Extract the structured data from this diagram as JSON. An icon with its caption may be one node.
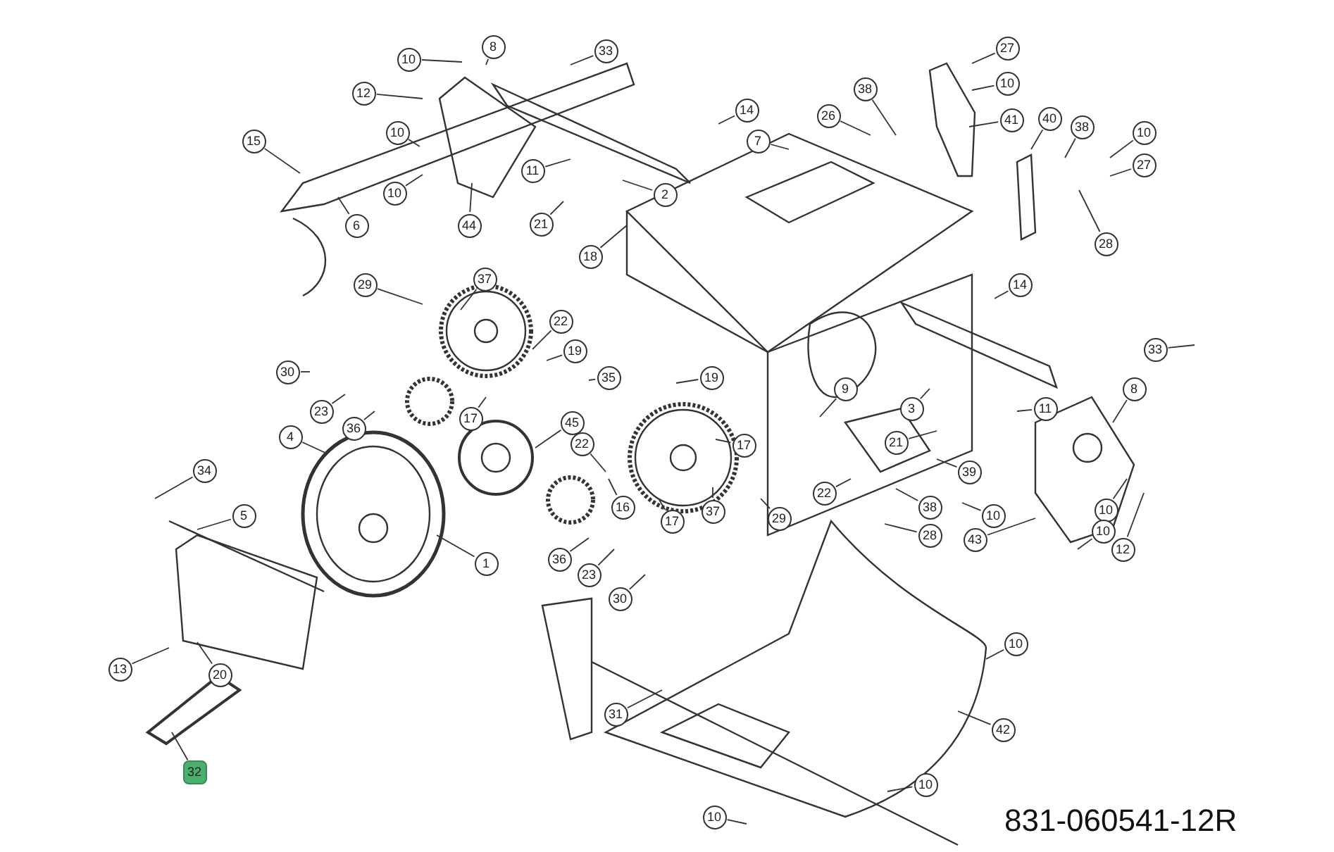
{
  "diagram": {
    "nodes": [
      {
        "text": [
          "10"
        ]
      },
      {
        "text": [
          "8"
        ]
      },
      {
        "text": [
          "33"
        ]
      },
      {
        "text": [
          "12"
        ]
      },
      {
        "text": [
          "10"
        ]
      },
      {
        "text": [
          "15"
        ]
      },
      {
        "text": [
          "10"
        ]
      },
      {
        "text": [
          "6"
        ]
      },
      {
        "text": [
          "44"
        ]
      },
      {
        "text": [
          "11"
        ]
      },
      {
        "text": [
          "2"
        ]
      },
      {
        "text": [
          "21"
        ]
      },
      {
        "text": [
          "18"
        ]
      },
      {
        "text": [
          "14"
        ]
      },
      {
        "text": [
          "7"
        ]
      },
      {
        "text": [
          "26"
        ]
      },
      {
        "text": [
          "38"
        ]
      },
      {
        "text": [
          "27"
        ]
      },
      {
        "text": [
          "10"
        ]
      },
      {
        "text": [
          "41"
        ]
      },
      {
        "text": [
          "40"
        ]
      },
      {
        "text": [
          "38"
        ]
      },
      {
        "text": [
          "10"
        ]
      },
      {
        "text": [
          "27"
        ]
      },
      {
        "text": [
          "28"
        ]
      },
      {
        "text": [
          "14"
        ]
      },
      {
        "text": [
          "29"
        ]
      },
      {
        "text": [
          "37"
        ]
      },
      {
        "text": [
          "22"
        ]
      },
      {
        "text": [
          "19"
        ]
      },
      {
        "text": [
          "35"
        ]
      },
      {
        "text": [
          "30"
        ]
      },
      {
        "text": [
          "23"
        ]
      },
      {
        "text": [
          "36"
        ]
      },
      {
        "text": [
          "17"
        ]
      },
      {
        "text": [
          "45"
        ]
      },
      {
        "text": [
          "4"
        ]
      },
      {
        "text": [
          "34"
        ]
      },
      {
        "text": [
          "5"
        ]
      },
      {
        "text": [
          "22"
        ]
      },
      {
        "text": [
          "16"
        ]
      },
      {
        "text": [
          "17"
        ]
      },
      {
        "text": [
          "1"
        ]
      },
      {
        "text": [
          "36"
        ]
      },
      {
        "text": [
          "23"
        ]
      },
      {
        "text": [
          "30"
        ]
      },
      {
        "text": [
          "19"
        ]
      },
      {
        "text": [
          "17"
        ]
      },
      {
        "text": [
          "37"
        ]
      },
      {
        "text": [
          "29"
        ]
      },
      {
        "text": [
          "9"
        ]
      },
      {
        "text": [
          "3"
        ]
      },
      {
        "text": [
          "21"
        ]
      },
      {
        "text": [
          "11"
        ]
      },
      {
        "text": [
          "8"
        ]
      },
      {
        "text": [
          "33"
        ]
      },
      {
        "text": [
          "39"
        ]
      },
      {
        "text": [
          "22"
        ]
      },
      {
        "text": [
          "38"
        ]
      },
      {
        "text": [
          "10"
        ]
      },
      {
        "text": [
          "28"
        ]
      },
      {
        "text": [
          "43"
        ]
      },
      {
        "text": [
          "10"
        ]
      },
      {
        "text": [
          "10"
        ]
      },
      {
        "text": [
          "12"
        ]
      },
      {
        "text": [
          "13"
        ]
      },
      {
        "text": [
          "20"
        ]
      },
      {
        "text": [
          "32"
        ]
      },
      {
        "text": [
          "31"
        ]
      },
      {
        "text": [
          "10"
        ]
      },
      {
        "text": [
          "42"
        ]
      },
      {
        "text": [
          "10"
        ]
      },
      {
        "text": [
          "10"
        ]
      }
    ],
    "edges": [
      {
        "from": 0,
        "to": null,
        "arrow": "none"
      },
      {
        "from": 1,
        "to": null,
        "arrow": "none"
      },
      {
        "from": 2,
        "to": null,
        "arrow": "none"
      },
      {
        "from": 3,
        "to": null,
        "arrow": "none"
      },
      {
        "from": 4,
        "to": null,
        "arrow": "none"
      },
      {
        "from": 5,
        "to": null,
        "arrow": "none"
      },
      {
        "from": 6,
        "to": null,
        "arrow": "none"
      },
      {
        "from": 7,
        "to": null,
        "arrow": "none"
      },
      {
        "from": 8,
        "to": null,
        "arrow": "none"
      },
      {
        "from": 9,
        "to": null,
        "arrow": "none"
      },
      {
        "from": 10,
        "to": null,
        "arrow": "none"
      },
      {
        "from": 11,
        "to": null,
        "arrow": "none"
      },
      {
        "from": 12,
        "to": null,
        "arrow": "none"
      },
      {
        "from": 13,
        "to": null,
        "arrow": "none"
      },
      {
        "from": 14,
        "to": null,
        "arrow": "none"
      },
      {
        "from": 15,
        "to": null,
        "arrow": "none"
      },
      {
        "from": 16,
        "to": null,
        "arrow": "none"
      },
      {
        "from": 17,
        "to": null,
        "arrow": "none"
      },
      {
        "from": 18,
        "to": null,
        "arrow": "none"
      },
      {
        "from": 19,
        "to": null,
        "arrow": "none"
      },
      {
        "from": 20,
        "to": null,
        "arrow": "none"
      },
      {
        "from": 21,
        "to": null,
        "arrow": "none"
      },
      {
        "from": 22,
        "to": null,
        "arrow": "none"
      },
      {
        "from": 23,
        "to": null,
        "arrow": "none"
      },
      {
        "from": 24,
        "to": null,
        "arrow": "none"
      },
      {
        "from": 25,
        "to": null,
        "arrow": "none"
      },
      {
        "from": 26,
        "to": null,
        "arrow": "none"
      },
      {
        "from": 27,
        "to": null,
        "arrow": "none"
      },
      {
        "from": 28,
        "to": null,
        "arrow": "none"
      },
      {
        "from": 29,
        "to": null,
        "arrow": "none"
      },
      {
        "from": 30,
        "to": null,
        "arrow": "none"
      },
      {
        "from": 31,
        "to": null,
        "arrow": "none"
      },
      {
        "from": 32,
        "to": null,
        "arrow": "none"
      },
      {
        "from": 33,
        "to": null,
        "arrow": "none"
      },
      {
        "from": 34,
        "to": null,
        "arrow": "none"
      },
      {
        "from": 35,
        "to": null,
        "arrow": "none"
      },
      {
        "from": 36,
        "to": null,
        "arrow": "none"
      },
      {
        "from": 37,
        "to": null,
        "arrow": "none"
      },
      {
        "from": 38,
        "to": null,
        "arrow": "none"
      },
      {
        "from": 39,
        "to": null,
        "arrow": "none"
      },
      {
        "from": 40,
        "to": null,
        "arrow": "none"
      },
      {
        "from": 41,
        "to": null,
        "arrow": "none"
      },
      {
        "from": 42,
        "to": null,
        "arrow": "none"
      },
      {
        "from": 43,
        "to": null,
        "arrow": "none"
      },
      {
        "from": 44,
        "to": null,
        "arrow": "none"
      },
      {
        "from": 45,
        "to": null,
        "arrow": "none"
      },
      {
        "from": 46,
        "to": null,
        "arrow": "none"
      },
      {
        "from": 47,
        "to": null,
        "arrow": "none"
      },
      {
        "from": 48,
        "to": null,
        "arrow": "none"
      },
      {
        "from": 49,
        "to": null,
        "arrow": "none"
      },
      {
        "from": 50,
        "to": null,
        "arrow": "none"
      },
      {
        "from": 51,
        "to": null,
        "arrow": "none"
      },
      {
        "from": 52,
        "to": null,
        "arrow": "none"
      },
      {
        "from": 53,
        "to": null,
        "arrow": "none"
      },
      {
        "from": 54,
        "to": null,
        "arrow": "none"
      },
      {
        "from": 55,
        "to": null,
        "arrow": "none"
      },
      {
        "from": 56,
        "to": null,
        "arrow": "none"
      },
      {
        "from": 57,
        "to": null,
        "arrow": "none"
      },
      {
        "from": 58,
        "to": null,
        "arrow": "none"
      },
      {
        "from": 59,
        "to": null,
        "arrow": "none"
      },
      {
        "from": 60,
        "to": null,
        "arrow": "none"
      },
      {
        "from": 61,
        "to": null,
        "arrow": "none"
      },
      {
        "from": 62,
        "to": null,
        "arrow": "none"
      },
      {
        "from": 63,
        "to": null,
        "arrow": "none"
      },
      {
        "from": 64,
        "to": null,
        "arrow": "none"
      },
      {
        "from": 65,
        "to": null,
        "arrow": "none"
      },
      {
        "from": 66,
        "to": null,
        "arrow": "none"
      },
      {
        "from": 67,
        "to": null,
        "arrow": "none"
      },
      {
        "from": 68,
        "to": null,
        "arrow": "none"
      },
      {
        "from": 69,
        "to": null,
        "arrow": "none"
      },
      {
        "from": 70,
        "to": null,
        "arrow": "none"
      },
      {
        "from": 71,
        "to": null,
        "arrow": "none"
      },
      {
        "from": 72,
        "to": null,
        "arrow": "none"
      }
    ],
    "labels": [
      "831-060541-12R"
    ]
  }
}
